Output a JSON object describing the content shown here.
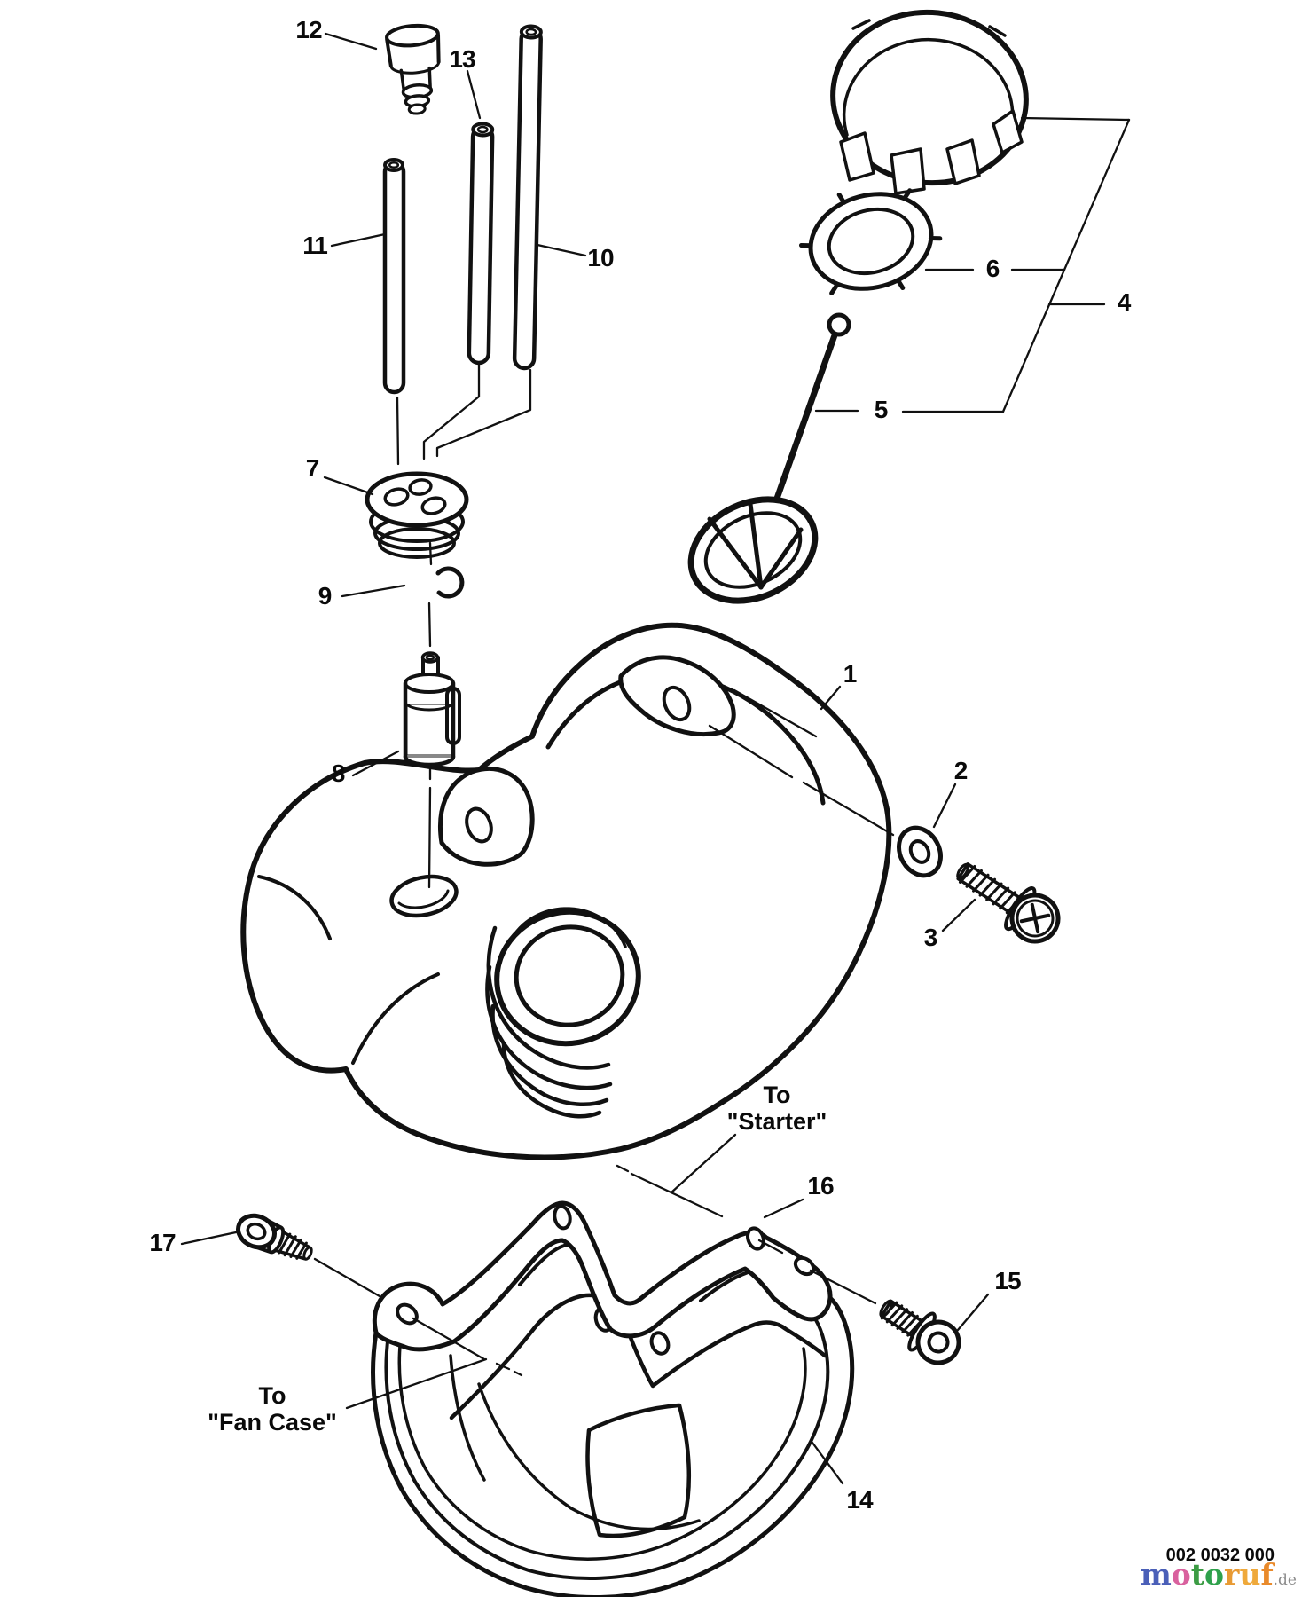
{
  "figure": {
    "background": "#ffffff",
    "ink": "#111111",
    "type": "exploded-parts-diagram"
  },
  "callouts": [
    {
      "label": "1"
    },
    {
      "label": "2"
    },
    {
      "label": "3"
    },
    {
      "label": "4"
    },
    {
      "label": "5"
    },
    {
      "label": "6"
    },
    {
      "label": "7"
    },
    {
      "label": "8"
    },
    {
      "label": "9"
    },
    {
      "label": "10"
    },
    {
      "label": "11"
    },
    {
      "label": "12"
    },
    {
      "label": "13"
    },
    {
      "label": "14"
    },
    {
      "label": "15"
    },
    {
      "label": "16"
    },
    {
      "label": "17"
    }
  ],
  "annotations": {
    "to_starter": "To\n\"Starter\"",
    "to_fan_case": "To\n\"Fan Case\""
  },
  "footer": {
    "part_number": "002 0032 000",
    "watermark_suffix": ".de",
    "watermark_letters": [
      {
        "char": "m",
        "style": "color:#4a5fb8"
      },
      {
        "char": "o",
        "style": "color:#d9619e"
      },
      {
        "char": "t",
        "style": "color:#3c9c44"
      },
      {
        "char": "o",
        "style": "color:#2fa14c"
      },
      {
        "char": "r",
        "style": "color:#e89a33"
      },
      {
        "char": "u",
        "style": "color:#efa93b"
      },
      {
        "char": "f",
        "style": "color:#e98a2b"
      }
    ]
  }
}
